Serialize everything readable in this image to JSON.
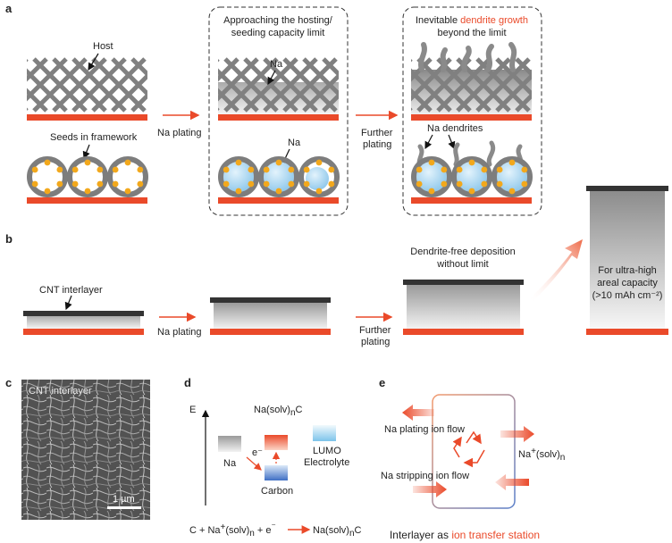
{
  "panels": {
    "a": "a",
    "b": "b",
    "c": "c",
    "d": "d",
    "e": "e"
  },
  "panel_a": {
    "host_label": "Host",
    "seeds_label": "Seeds in framework",
    "step1_label": "Na plating",
    "box1_title_line1": "Approaching the hosting/",
    "box1_title_line2": "seeding capacity limit",
    "na_label_top": "Na",
    "na_label_bottom": "Na",
    "step2_line1": "Further",
    "step2_line2": "plating",
    "box2_title_line1_pre": "Inevitable ",
    "box2_title_line1_highlight": "dendrite growth",
    "box2_title_line2": "beyond the limit",
    "dendrites_label": "Na dendrites"
  },
  "panel_b": {
    "cnt_label": "CNT interlayer",
    "step1_label": "Na plating",
    "step2_line1": "Further",
    "step2_line2": "plating",
    "free_line1": "Dendrite-free deposition",
    "free_line2": "without limit",
    "capacity_line1": "For ultra-high",
    "capacity_line2": "areal capacity",
    "capacity_line3": "(>10 mAh cm⁻²)"
  },
  "panel_c": {
    "image_label": "CNT interlayer",
    "scale_label": "1 µm"
  },
  "panel_d": {
    "axis_label": "E",
    "na_label": "Na",
    "electron_label": "e⁻",
    "complex_label": "Na(solv)",
    "complex_sub": "n",
    "complex_suffix": "C",
    "carbon_label": "Carbon",
    "lumo_line1": "LUMO",
    "lumo_line2": "Electrolyte",
    "eq_left": "C + Na",
    "eq_sup": "+",
    "eq_solv": "(solv)",
    "eq_sub": "n",
    "eq_e": " + e",
    "eq_e_sup": "⁻",
    "eq_right": "Na(solv)",
    "eq_right_sub": "n",
    "eq_right_suffix": "C"
  },
  "panel_e": {
    "plating_flow": "Na plating ion flow",
    "stripping_flow": "Na stripping ion flow",
    "ion_label": "Na",
    "ion_sup": "+",
    "ion_solv": "(solv)",
    "ion_sub": "n",
    "caption_pre": "Interlayer as ",
    "caption_highlight": "ion transfer station"
  },
  "colors": {
    "current_collector": "#ea4a2a",
    "host_gray": "#7d7d7d",
    "seed_orange": "#f2a81c",
    "na_blue": "#9fd0ee",
    "cnt_dark": "#333333",
    "accent_red": "#ea4a2a"
  }
}
